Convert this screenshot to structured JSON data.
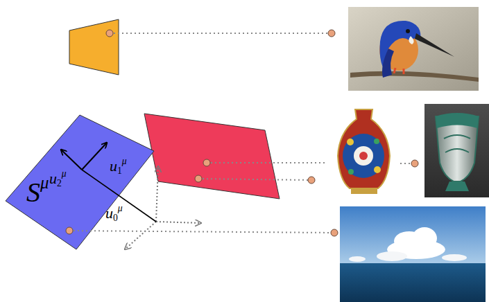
{
  "diagram": {
    "nodes": [
      {
        "text": [
          "Sμ",
          "u2μ",
          "u1μ"
        ]
      }
    ],
    "labels": [
      "u0μ"
    ]
  }
}
